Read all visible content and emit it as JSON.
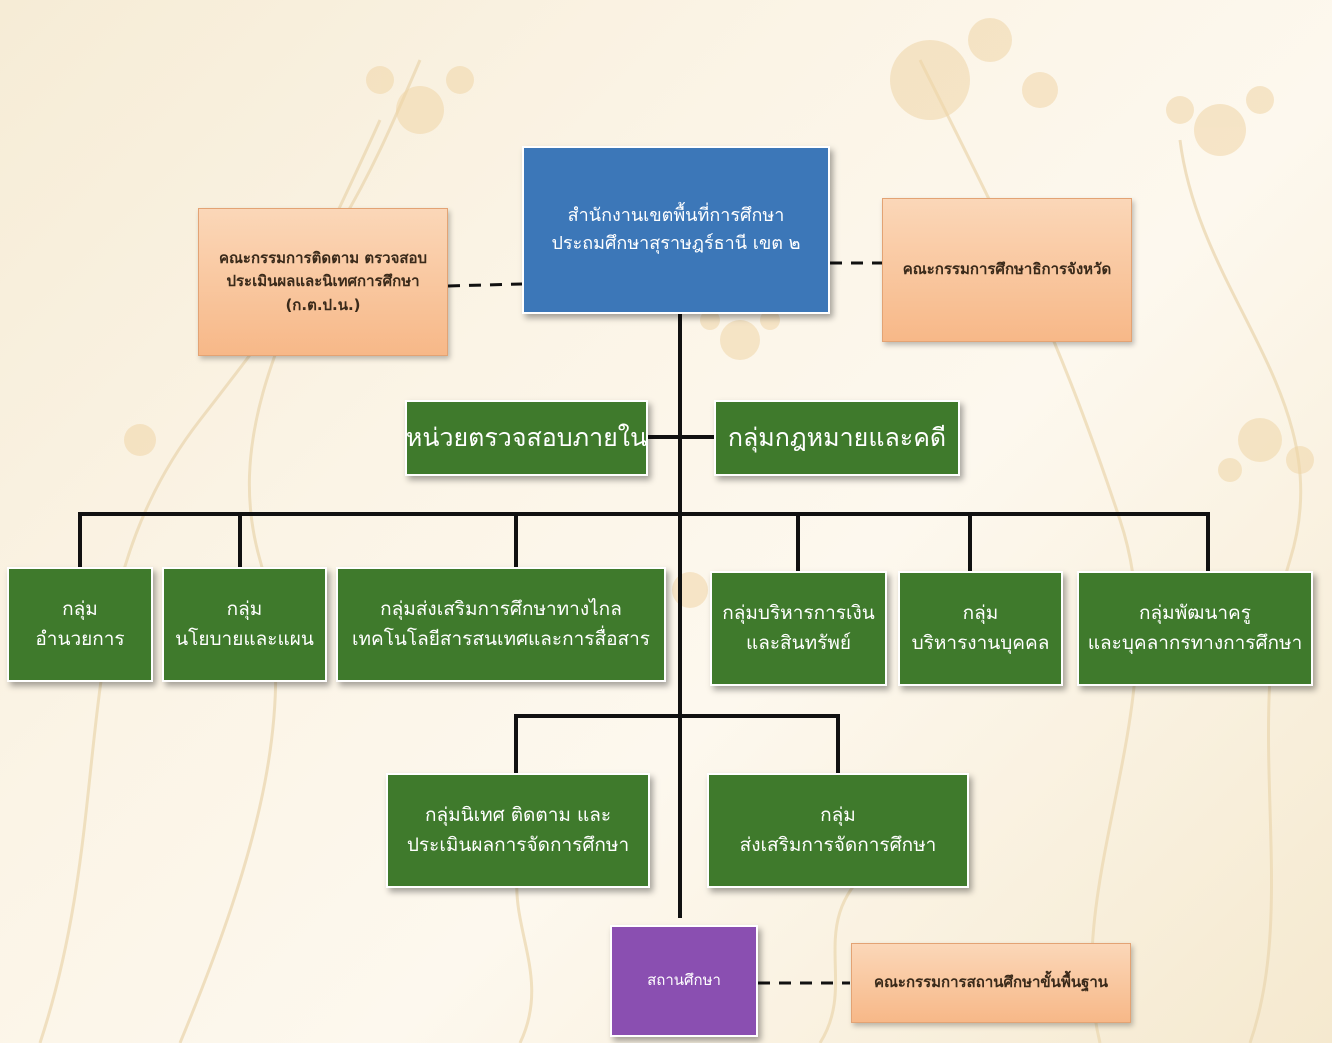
{
  "colors": {
    "main_office": "#3c77b8",
    "groups": "#3f7a2c",
    "committees": "#f7b888",
    "schools": "#8a4fb1",
    "connector": "#111111"
  },
  "main_office": {
    "lines": [
      "สำนักงานเขตพื้นที่การศึกษา",
      "ประถมศึกษาสุราษฎร์ธานี  เขต ๒"
    ]
  },
  "committee_left": {
    "lines": [
      "คณะกรรมการติดตาม ตรวจสอบ",
      "ประเมินผลและนิเทศการศึกษา",
      "(ก.ต.ป.น.)"
    ]
  },
  "committee_right": {
    "lines": [
      "คณะกรรมการศึกษาธิการจังหวัด"
    ]
  },
  "internal_audit": {
    "lines": [
      "หน่วยตรวจสอบภายใน"
    ]
  },
  "legal_group": {
    "lines": [
      "กลุ่มกฎหมายและคดี"
    ]
  },
  "groups": [
    {
      "lines": [
        "กลุ่ม",
        "อำนวยการ"
      ]
    },
    {
      "lines": [
        "กลุ่ม",
        "นโยบายและแผน"
      ]
    },
    {
      "lines": [
        "กลุ่มส่งเสริมการศึกษาทางไกล",
        "เทคโนโลยีสารสนเทศและการสื่อสาร"
      ]
    },
    {
      "lines": [
        "กลุ่มบริหารการเงิน",
        "และสินทรัพย์"
      ]
    },
    {
      "lines": [
        "กลุ่ม",
        "บริหารงานบุคคล"
      ]
    },
    {
      "lines": [
        "กลุ่มพัฒนาครู",
        "และบุคลากรทางการศึกษา"
      ]
    }
  ],
  "lower_groups": [
    {
      "lines": [
        "กลุ่มนิเทศ ติดตาม และ",
        "ประเมินผลการจัดการศึกษา"
      ]
    },
    {
      "lines": [
        "กลุ่ม",
        "ส่งเสริมการจัดการศึกษา"
      ]
    }
  ],
  "schools": {
    "lines": [
      "สถานศึกษา"
    ]
  },
  "school_board": {
    "lines": [
      "คณะกรรมการสถานศึกษาขั้นพื้นฐาน"
    ]
  }
}
